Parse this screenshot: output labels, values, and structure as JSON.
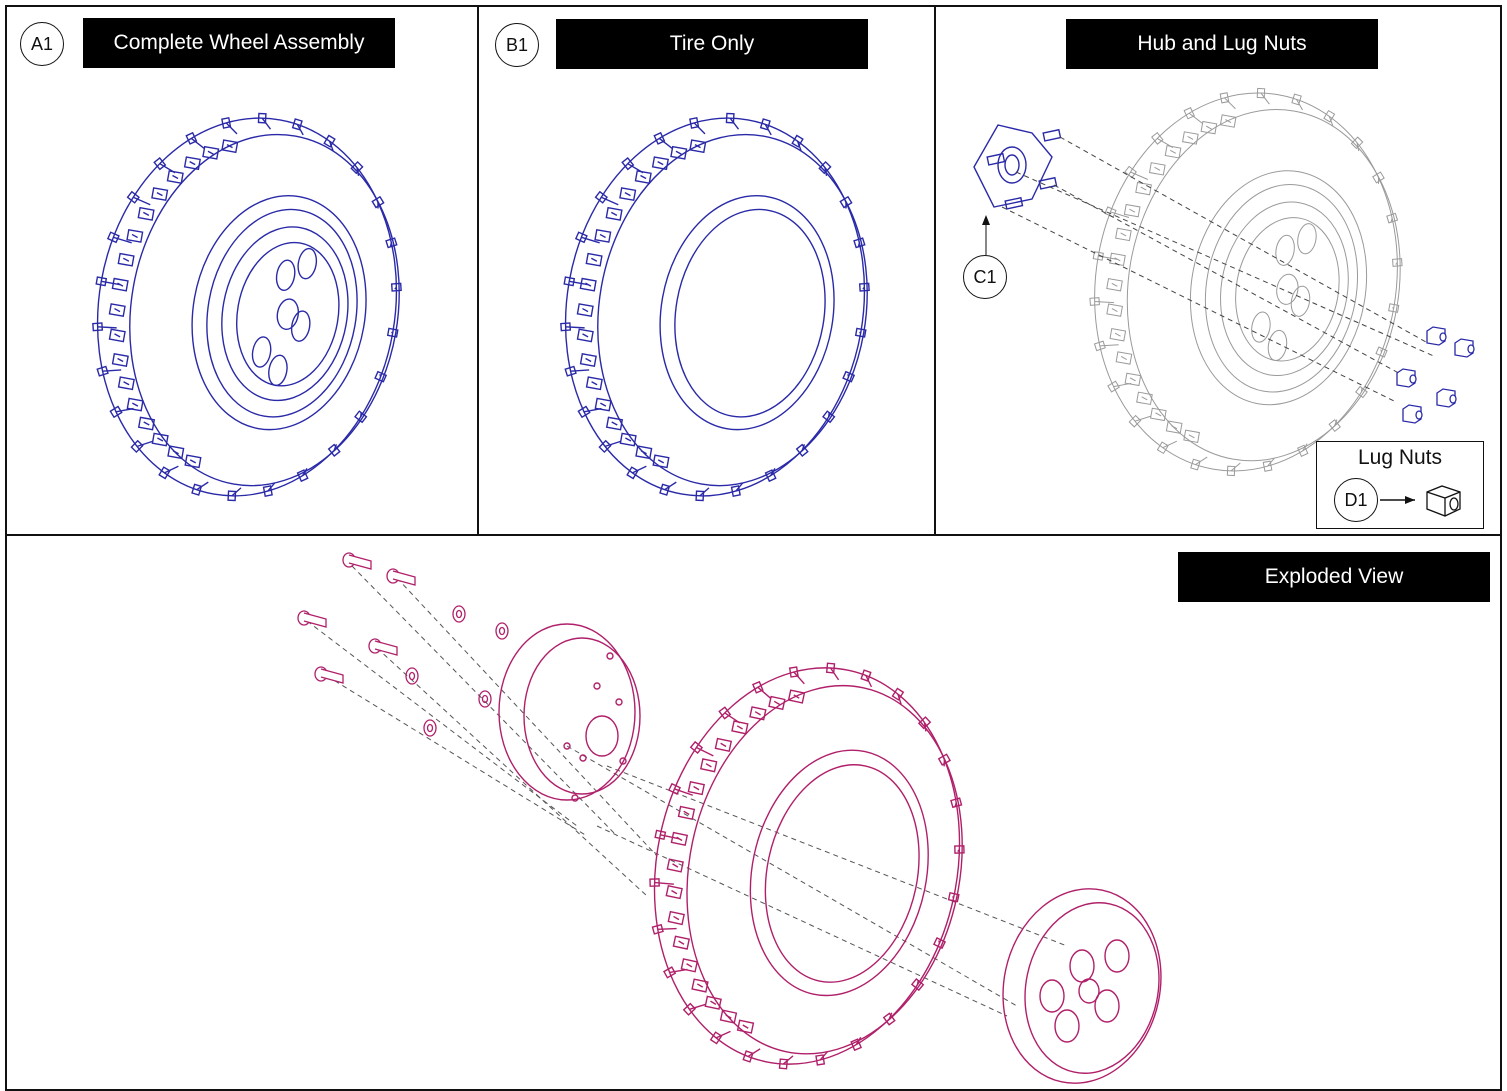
{
  "panels": {
    "a": {
      "callout": "A1",
      "title": "Complete Wheel Assembly"
    },
    "b": {
      "callout": "B1",
      "title": "Tire Only"
    },
    "c": {
      "title": "Hub and Lug Nuts",
      "hub_callout": "C1",
      "legend": {
        "title": "Lug Nuts",
        "callout": "D1"
      }
    },
    "d": {
      "title": "Exploded View"
    }
  },
  "colors": {
    "blue_line": "#2a2aa8",
    "magenta_line": "#b0206a",
    "ghost_line": "#9a9a9a",
    "frame": "#111111"
  }
}
